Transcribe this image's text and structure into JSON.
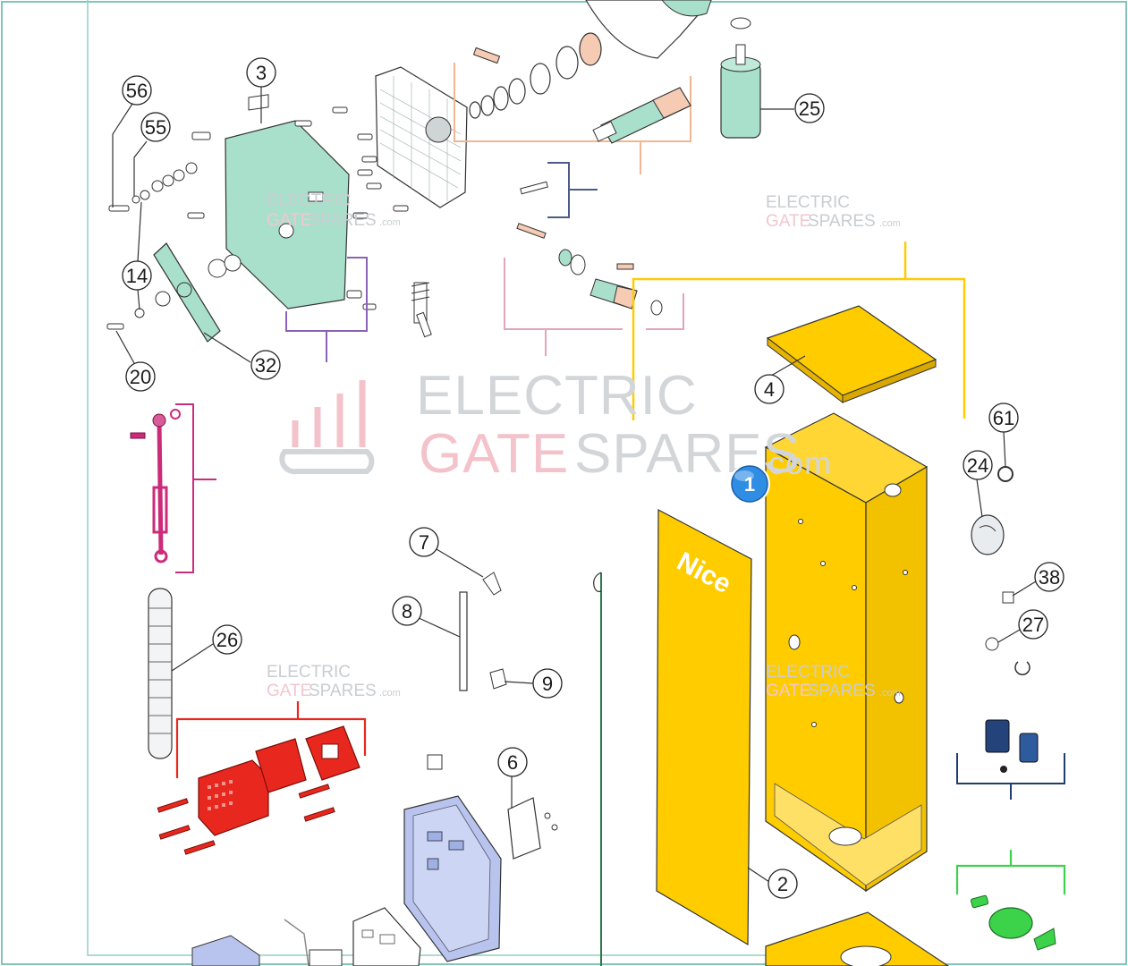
{
  "diagram": {
    "parts": [
      {
        "id": "p56",
        "label": "56"
      },
      {
        "id": "p55",
        "label": "55"
      },
      {
        "id": "p3",
        "label": "3"
      },
      {
        "id": "p25",
        "label": "25"
      },
      {
        "id": "p14",
        "label": "14"
      },
      {
        "id": "p20",
        "label": "20"
      },
      {
        "id": "p32",
        "label": "32"
      },
      {
        "id": "p4",
        "label": "4"
      },
      {
        "id": "p61",
        "label": "61"
      },
      {
        "id": "p24",
        "label": "24"
      },
      {
        "id": "p7",
        "label": "7"
      },
      {
        "id": "p8",
        "label": "8"
      },
      {
        "id": "p9",
        "label": "9"
      },
      {
        "id": "p26",
        "label": "26"
      },
      {
        "id": "p38",
        "label": "38"
      },
      {
        "id": "p27",
        "label": "27"
      },
      {
        "id": "p6",
        "label": "6"
      },
      {
        "id": "p2",
        "label": "2"
      }
    ],
    "selected_badge": "1",
    "brand_text": "Nice"
  },
  "watermark": {
    "line1": "ELECTRIC",
    "line2a": "GATE",
    "line2b": "SPARES",
    "suffix": ".com"
  },
  "colors": {
    "housing": "#ffcc00",
    "plate": "#a9e0cc",
    "pink": "#cc2b7a",
    "red": "#e8281e",
    "blue_box": "#b9c4ee",
    "green": "#3cd24a",
    "navy": "#1f3d6e",
    "badge": "#2f8de4",
    "frame": "#7fc6b8"
  }
}
